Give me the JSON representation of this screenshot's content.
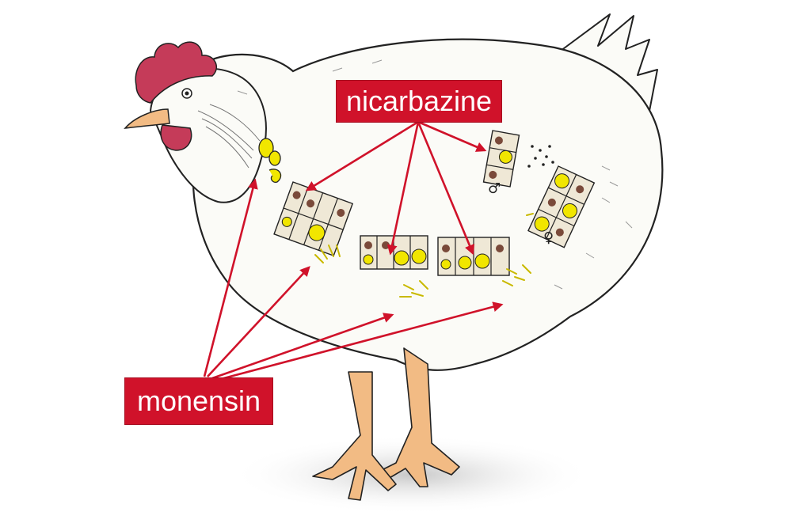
{
  "labels": {
    "nicarbazine": "nicarbazine",
    "monensin": "monensin"
  },
  "symbols": {
    "male": "♂",
    "female": "♀"
  },
  "colors": {
    "label_background": "#d0122a",
    "label_text": "#ffffff",
    "arrow": "#d0122a",
    "parasite_stage": "#f1e600",
    "cell_fill": "#efe8d6",
    "nucleus": "#7a4a3a",
    "comb": "#c53b59",
    "legs": "#f2bb84",
    "body": "#fbfbf7"
  },
  "icons": {
    "body": "chicken-illustration",
    "cells": "intestinal-epithelial-cells",
    "parasites": "eimeria-life-cycle-stages"
  }
}
